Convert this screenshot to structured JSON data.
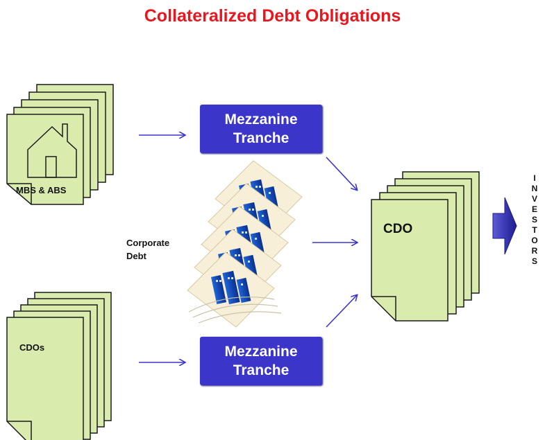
{
  "title": "Collateralized Debt Obligations",
  "sources": {
    "mbs_abs_label": "MBS & ABS",
    "cdos_label": "CDOs",
    "corporate_debt_line1": "Corporate",
    "corporate_debt_line2": "Debt"
  },
  "tranches": {
    "top_line1": "Mezzanine",
    "top_line2": "Tranche",
    "bottom_line1": "Mezzanine",
    "bottom_line2": "Tranche"
  },
  "output": {
    "cdo_label": "CDO",
    "investors_letters": [
      "I",
      "N",
      "V",
      "E",
      "S",
      "T",
      "O",
      "R",
      "S"
    ]
  },
  "colors": {
    "title": "#e8161e",
    "document_fill": "#d9ecae",
    "tranche_fill": "#3b35c9",
    "arrow": "#3b35c9",
    "big_arrow": "#2c2aa8"
  },
  "icons": [
    "house-icon",
    "corporate-buildings-icon",
    "flow-arrow-icon",
    "big-arrow-icon"
  ]
}
